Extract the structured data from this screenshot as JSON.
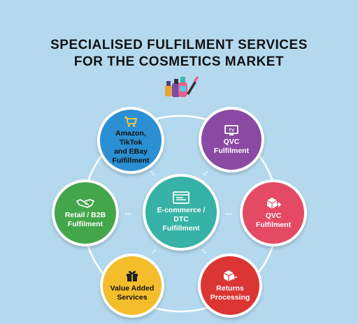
{
  "title": {
    "line1": "SPECIALISED FULFILMENT SERVICES",
    "line2": "FOR THE COSMETICS MARKET"
  },
  "nodes": {
    "amazon": {
      "label": "Amazon, TikTok\nand EBay\nFulfillment",
      "icon": "shopping-cart-icon",
      "color": "#2b8fd3"
    },
    "qvc_top": {
      "label": "QVC\nFulfilment",
      "icon": "tv-icon",
      "color": "#8a49a3"
    },
    "retail": {
      "label": "Retail / B2B\nFulfilment",
      "icon": "handshake-icon",
      "color": "#43a64a"
    },
    "ecommerce": {
      "label": "E-commerce / DTC\nFulfillment",
      "icon": "browser-window-icon",
      "color": "#36b2a6"
    },
    "qvc_right": {
      "label": "QVC\nFulfilment",
      "icon": "package-arrow-icon",
      "color": "#e44a63"
    },
    "value_added": {
      "label": "Value Added\nServices",
      "icon": "gift-icon",
      "color": "#f4bd2c"
    },
    "returns": {
      "label": "Returns\nProcessing",
      "icon": "return-box-icon",
      "color": "#db3534"
    }
  },
  "colors": {
    "background": "#b4d9ee",
    "ring": "#ffffff"
  }
}
